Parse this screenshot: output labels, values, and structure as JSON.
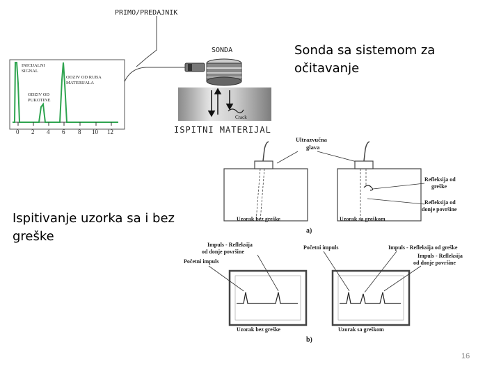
{
  "top_diagram": {
    "transducer_label": "PRIMO/PREDAJNIK",
    "probe_label": "SONDA",
    "material_label": "ISPITNI MATERIJAL",
    "crack_label": "Crack",
    "signal_labels": {
      "initial": [
        "INICIJALNI",
        "SIGNAL"
      ],
      "edge": [
        "ODZIV OD RUBA",
        "MATERIJALA"
      ],
      "crack": [
        "ODZIV OD",
        "PUKOTINE"
      ]
    },
    "x_ticks": [
      "0",
      "2",
      "4",
      "6",
      "8",
      "10",
      "12"
    ]
  },
  "captions": {
    "probe_system": "Sonda sa sistemom za očitavanje",
    "sample_test": "Ispitivanje uzorka sa i bez greške"
  },
  "figure_a": {
    "head_label": [
      "Ultrazvučna",
      "glava"
    ],
    "defect_reflection": [
      "Refleksija od",
      "greške"
    ],
    "bottom_reflection": [
      "Refleksija od",
      "donje površine"
    ],
    "left_caption": "Uzorak bez greške",
    "right_caption": "Uzorak sa greškom",
    "panel_letter": "a)"
  },
  "figure_b": {
    "initial_pulse_left": "Početni impuls",
    "pulse_bottom_left": [
      "Impuls - Refleksija",
      "od donje površine"
    ],
    "initial_pulse_right": "Početni impuls",
    "pulse_defect": "Impuls - Refleksija od greške",
    "pulse_bottom_right": [
      "Impuls - Refleksija",
      "od donje površine"
    ],
    "left_caption": "Uzorak bez greške",
    "right_caption": "Uzorak sa greškom",
    "panel_letter": "b)"
  },
  "page_number": "16"
}
